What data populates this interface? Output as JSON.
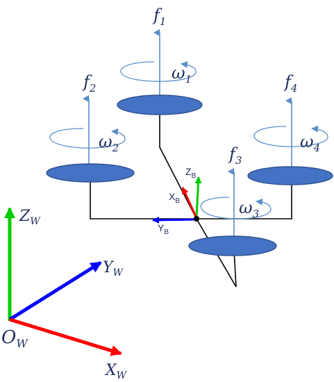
{
  "labels": {
    "f1": "f",
    "f1_sub": "1",
    "f2": "f",
    "f2_sub": "2",
    "f3": "f",
    "f3_sub": "3",
    "f4": "f",
    "f4_sub": "4",
    "w1": "ω",
    "w1_sub": "1",
    "w2": "ω",
    "w2_sub": "2",
    "w3": "ω",
    "w3_sub": "3",
    "w4": "ω",
    "w4_sub": "4",
    "zb": "Z",
    "zb_sub": "B",
    "xb": "X",
    "xb_sub": "B",
    "yb": "Y",
    "yb_sub": "B",
    "zw": "Z",
    "zw_sub": "W",
    "yw": "Y",
    "yw_sub": "W",
    "xw": "X",
    "xw_sub": "W",
    "ow": "O",
    "ow_sub": "W"
  },
  "colors": {
    "rotor": "#4472c4",
    "thrust_arrow": "#5b8ec9",
    "axis_x": "#ff0000",
    "axis_y": "#0000ff",
    "axis_z": "#00cc00",
    "frame": "#000000"
  }
}
